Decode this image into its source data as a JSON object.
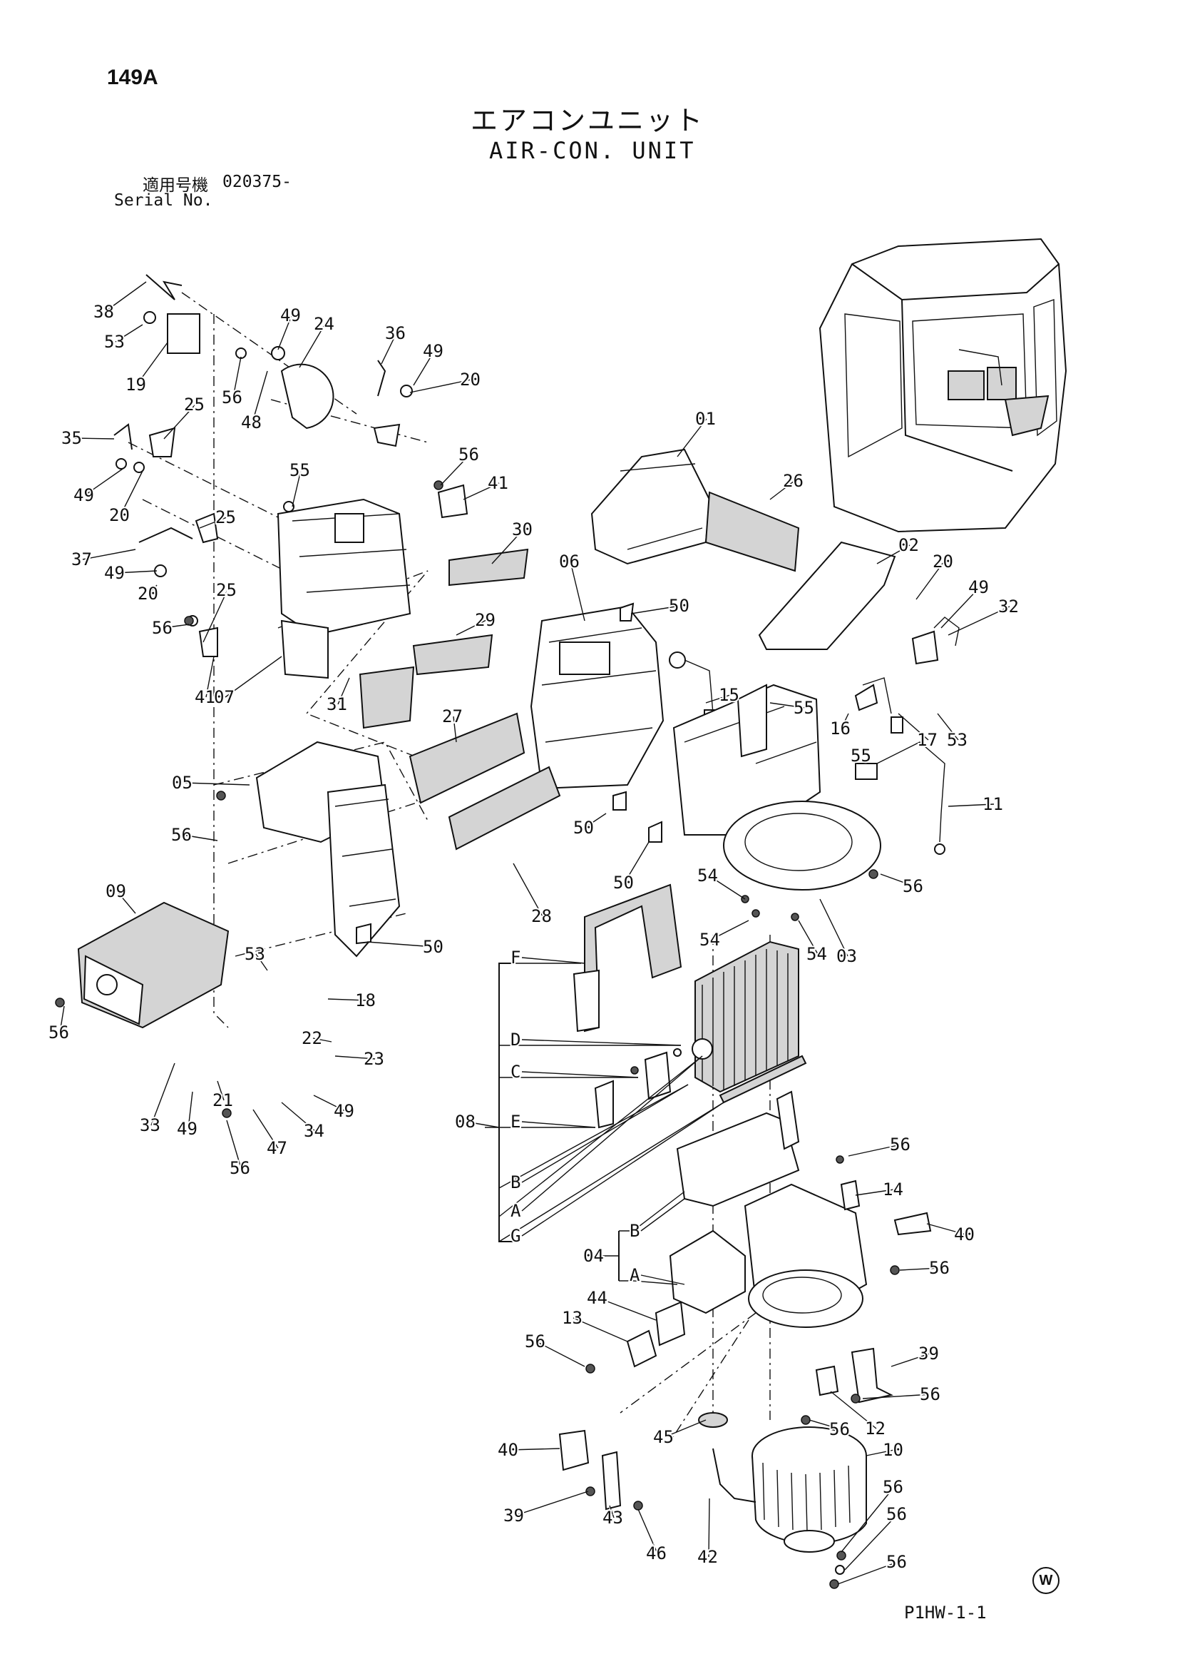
{
  "header": {
    "page_no": "149A",
    "title_ja": "エアコンユニット",
    "title_en": "AIR-CON. UNIT",
    "serial_label_ja": "適用号機",
    "serial_value": "020375-",
    "serial_label_en": "Serial No."
  },
  "footer": {
    "code": "P1HW-1-1",
    "mark": "W"
  },
  "callouts": [
    "38",
    "53",
    "19",
    "49",
    "24",
    "56",
    "48",
    "36",
    "49",
    "20",
    "35",
    "25",
    "49",
    "20",
    "25",
    "55",
    "56",
    "41",
    "30",
    "37",
    "49",
    "25",
    "20",
    "56",
    "41",
    "07",
    "29",
    "01",
    "26",
    "02",
    "20",
    "49",
    "32",
    "06",
    "50",
    "15",
    "55",
    "17",
    "53",
    "16",
    "55",
    "27",
    "31",
    "05",
    "56",
    "11",
    "50",
    "50",
    "28",
    "54",
    "54",
    "54",
    "56",
    "03",
    "09",
    "50",
    "56",
    "53",
    "18",
    "22",
    "23",
    "33",
    "49",
    "21",
    "49",
    "34",
    "47",
    "56",
    "F",
    "D",
    "C",
    "08",
    "E",
    "B",
    "A",
    "G",
    "56",
    "14",
    "40",
    "04",
    "B",
    "A",
    "56",
    "13",
    "44",
    "56",
    "39",
    "56",
    "12",
    "56",
    "40",
    "45",
    "10",
    "56",
    "43",
    "39",
    "56",
    "46",
    "42",
    "56"
  ]
}
